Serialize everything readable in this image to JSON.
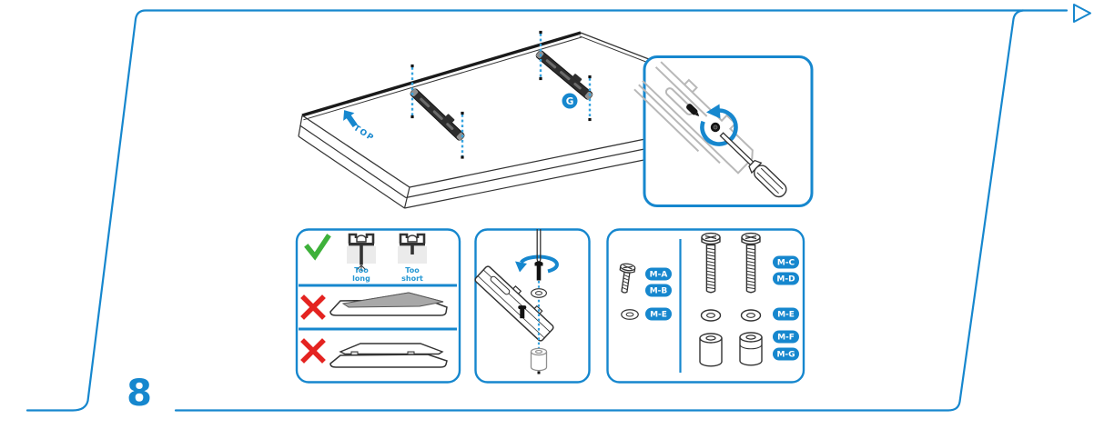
{
  "page": {
    "number": "8"
  },
  "icons": {
    "next_page": "triangle-right-outline",
    "rotate_direction": "counterclockwise-arrow",
    "correct": "check-mark",
    "incorrect": "cross-mark"
  },
  "colors": {
    "accent": "#1687ce",
    "dash_blue": "#35a3e0",
    "label_blue": "#2397d3",
    "check_green": "#3eb13a",
    "cross_red": "#e42320"
  },
  "illustration": {
    "top_label": "TOP",
    "bracket_badge": "G"
  },
  "length_panel": {
    "too_long_line1": "Too",
    "too_long_line2": "long",
    "too_short_line1": "Too",
    "too_short_line2": "short"
  },
  "hardware_panel": {
    "left": {
      "screw_badge_1": "M-A",
      "screw_badge_2": "M-B",
      "washer_badge": "M-E"
    },
    "right": {
      "screw_badge_1": "M-C",
      "screw_badge_2": "M-D",
      "washer_badge": "M-E",
      "spacer_badge_1": "M-F",
      "spacer_badge_2": "M-G"
    }
  }
}
